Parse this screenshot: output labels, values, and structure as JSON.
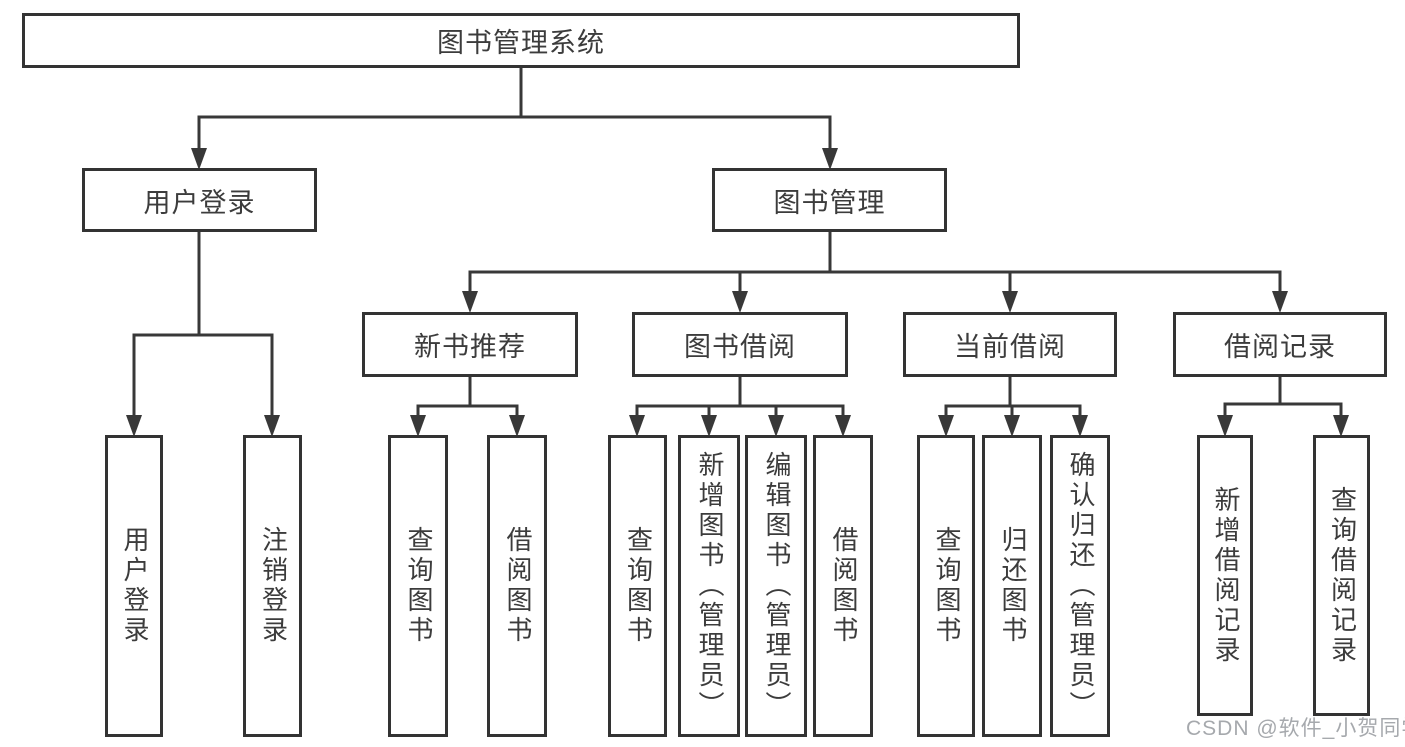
{
  "colors": {
    "line": "#383838",
    "box_border": "#333333",
    "text": "#3c3c3c",
    "watermark": "#a6a9ad",
    "background": "#ffffff"
  },
  "watermark": {
    "text": "CSDN @软件_小贺同学"
  },
  "tree": {
    "root": {
      "label": "图书管理系统",
      "children": [
        {
          "label": "用户登录",
          "children": [
            {
              "label": "用户登录"
            },
            {
              "label": "注销登录"
            }
          ]
        },
        {
          "label": "图书管理",
          "children": [
            {
              "label": "新书推荐",
              "children": [
                {
                  "label": "查询图书"
                },
                {
                  "label": "借阅图书"
                }
              ]
            },
            {
              "label": "图书借阅",
              "children": [
                {
                  "label": "查询图书"
                },
                {
                  "label": "新增图书（管理员）"
                },
                {
                  "label": "编辑图书（管理员）"
                },
                {
                  "label": "借阅图书"
                }
              ]
            },
            {
              "label": "当前借阅",
              "children": [
                {
                  "label": "查询图书"
                },
                {
                  "label": "归还图书"
                },
                {
                  "label": "确认归还（管理员）"
                }
              ]
            },
            {
              "label": "借阅记录",
              "children": [
                {
                  "label": "新增借阅记录"
                },
                {
                  "label": "查询借阅记录"
                }
              ]
            }
          ]
        }
      ]
    }
  }
}
